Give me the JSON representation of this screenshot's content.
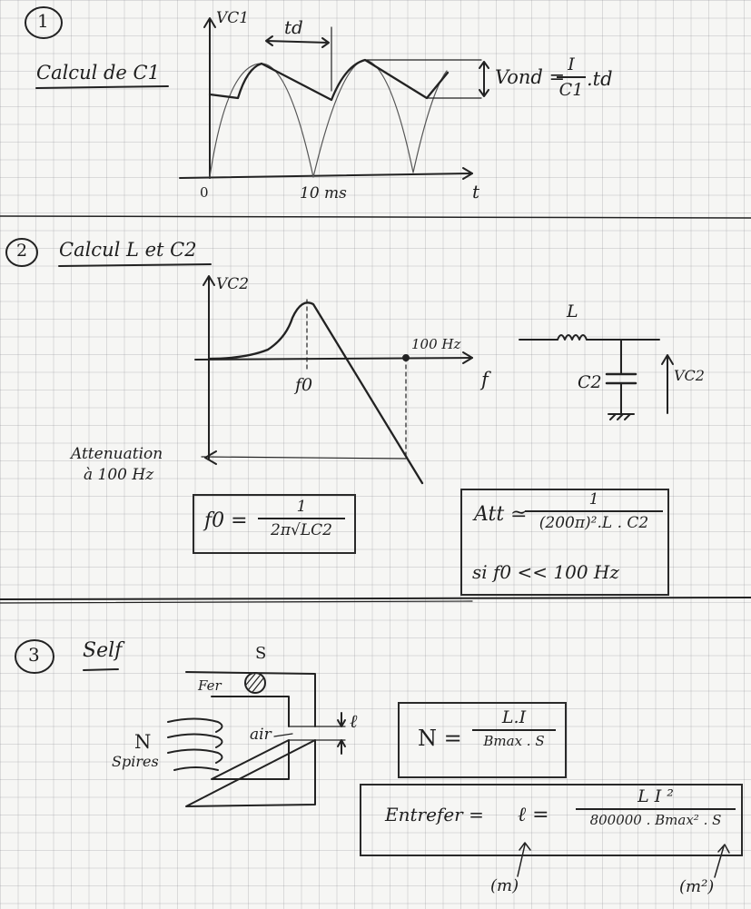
{
  "section1": {
    "number": "1",
    "title": "Calcul de C1",
    "y_axis": "VC1",
    "x_axis": "t",
    "td_label": "td",
    "origin": "0",
    "tick_10ms": "10 ms",
    "formula": {
      "lhs": "Vond =",
      "num": "I",
      "den": "C1",
      "tail": ".td"
    }
  },
  "section2": {
    "number": "2",
    "title": "Calcul L et C2",
    "y_axis": "VC2",
    "x_axis": "f",
    "f0_label": "f0",
    "f100_label": "100 Hz",
    "attenuation_label_1": "Attenuation",
    "attenuation_label_2": "à 100 Hz",
    "circuit": {
      "L": "L",
      "C2": "C2",
      "V": "VC2"
    },
    "f0_formula": {
      "lhs": "f0 =",
      "num": "1",
      "den": "2π√LC2"
    },
    "att_formula": {
      "lhs": "Att ≃",
      "num": "1",
      "den": "(200π)².L . C2",
      "condition": "si f0 << 100 Hz"
    }
  },
  "section3": {
    "number": "3",
    "title": "Self",
    "s_label": "S",
    "fer_label": "Fer",
    "air_label": "air",
    "gap_label": "ℓ",
    "n_label": "N",
    "spires_label": "Spires",
    "n_formula": {
      "lhs": "N =",
      "num": "L.I",
      "den": "Bmax . S"
    },
    "gap_formula": {
      "lhs": "Entrefer =",
      "mid": "ℓ =",
      "num": "L I ²",
      "den": "800000 . Bmax² . S"
    },
    "unit_m": "(m)",
    "unit_m2": "(m²)"
  }
}
